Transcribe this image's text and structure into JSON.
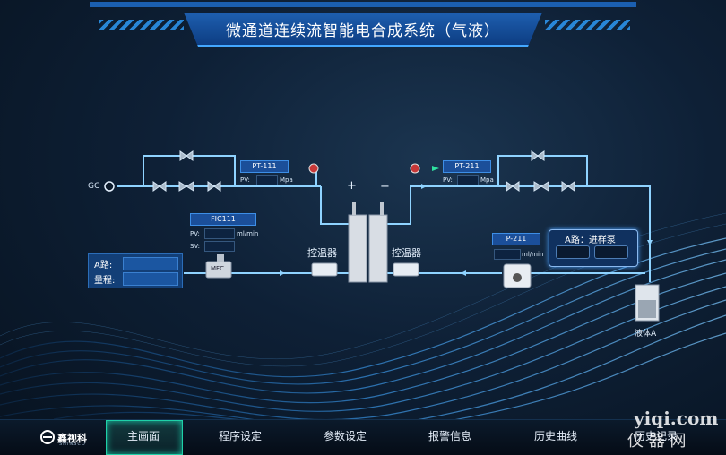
{
  "header": {
    "title": "微通道连续流智能电合成系统（气液）"
  },
  "process": {
    "gc_label": "GC",
    "pt111": {
      "tag": "PT-111",
      "pv_label": "PV:",
      "unit": "Mpa"
    },
    "pt211": {
      "tag": "PT-211",
      "pv_label": "PV:",
      "unit": "Mpa"
    },
    "fic111": {
      "tag": "FIC111",
      "pv_label": "PV:",
      "sv_label": "SV:",
      "unit": "ml/min"
    },
    "p211": {
      "tag": "P-211",
      "unit": "ml/min"
    },
    "mfc_label": "MFC",
    "temp_ctrl_left": "控温器",
    "temp_ctrl_right": "控温器",
    "plus": "+",
    "minus": "−",
    "liquid_label": "液体A"
  },
  "pump_panel": {
    "title": "A路：进样泵"
  },
  "left_panel": {
    "row1": "A路:",
    "row2": "量程:"
  },
  "nav": {
    "logo": "鑫视科",
    "logo_sub": "SHINSCO",
    "items": [
      "主画面",
      "程序设定",
      "参数设定",
      "报警信息",
      "历史曲线",
      "历史记录"
    ],
    "active": "主画面"
  },
  "watermark": {
    "line1": "yiqi.com",
    "line2": "仪  器  网"
  },
  "colors": {
    "pipe": "#8fd3ff",
    "accent": "#1fd1a8",
    "title_bg": "#1e5fb0"
  }
}
